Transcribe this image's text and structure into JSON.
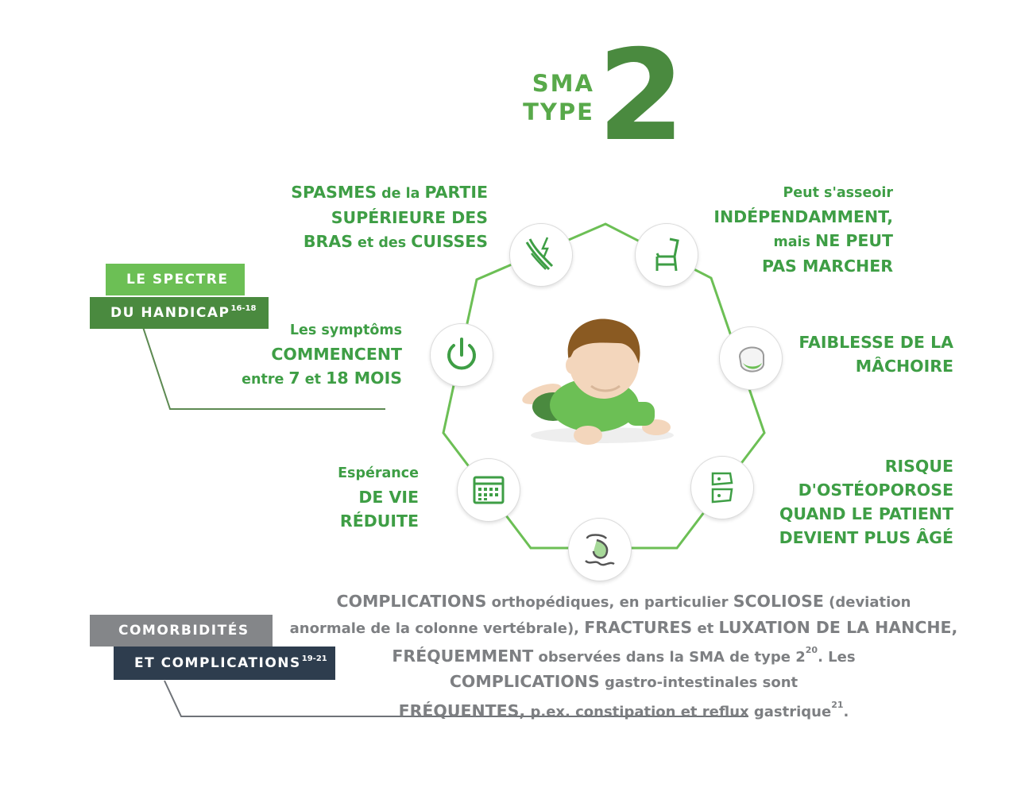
{
  "title": {
    "line1": "SMA",
    "line2": "TYPE",
    "number": "2"
  },
  "spectrum_tag": {
    "line1": "LE SPECTRE",
    "line2": "DU HANDICAP",
    "ref": "16-18"
  },
  "comorbidity_tag": {
    "line1": "COMORBIDITÉS",
    "line2": "ET COMPLICATIONS",
    "ref": "19-21"
  },
  "symptoms": {
    "spasms": {
      "l1a": "SPASMES",
      "l1b": " de la ",
      "l1c": "PARTIE",
      "l2": "SUPÉRIEURE DES",
      "l3a": "BRAS",
      "l3b": " et des ",
      "l3c": "CUISSES"
    },
    "sitting": {
      "l1": "Peut s'asseoir",
      "l2": "INDÉPENDAMMENT,",
      "l3a": "mais ",
      "l3b": "NE PEUT",
      "l4": "PAS MARCHER"
    },
    "onset": {
      "l1": "Les symptôms",
      "l2": "COMMENCENT",
      "l3a": "entre ",
      "l3b": "7",
      "l3c": " et ",
      "l3d": "18 MOIS"
    },
    "jaw": {
      "l1": "FAIBLESSE DE LA",
      "l2": "MÂCHOIRE"
    },
    "life": {
      "l1": "Espérance",
      "l2": "DE VIE",
      "l3": "RÉDUITE"
    },
    "osteo": {
      "l1": "RISQUE",
      "l2": "D'OSTÉOPOROSE",
      "l3": "QUAND LE PATIENT",
      "l4": "DEVIENT PLUS ÂGÉ"
    }
  },
  "complications": {
    "l1a": "COMPLICATIONS",
    "l1b": " orthopédiques, en particulier ",
    "l1c": "SCOLIOSE",
    "l1d": " (deviation",
    "l2a": "anormale de la colonne vertébrale), ",
    "l2b": "FRACTURES",
    "l2c": " et ",
    "l2d": "LUXATION DE LA HANCHE,",
    "l3a": "FRÉQUEMMENT",
    "l3b": " observées dans la SMA de type 2",
    "l3c": "20",
    "l3d": ". Les",
    "l4a": "COMPLICATIONS",
    "l4b": " gastro-intestinales sont",
    "l5a": "FRÉQUENTES,",
    "l5b": " p.ex. constipation et reflux gastrique",
    "l5c": "21",
    "l5d": "."
  },
  "colors": {
    "green": "#3e9e45",
    "dark_green": "#4a8a3f",
    "light_green": "#6cbf55",
    "gray": "#7b7d80",
    "navy": "#2e3d4e"
  },
  "icons": [
    "lightning-muscle-icon",
    "chair-icon",
    "power-icon",
    "jaw-head-icon",
    "calendar-icon",
    "spine-icon",
    "stomach-icon",
    "baby-illustration"
  ]
}
